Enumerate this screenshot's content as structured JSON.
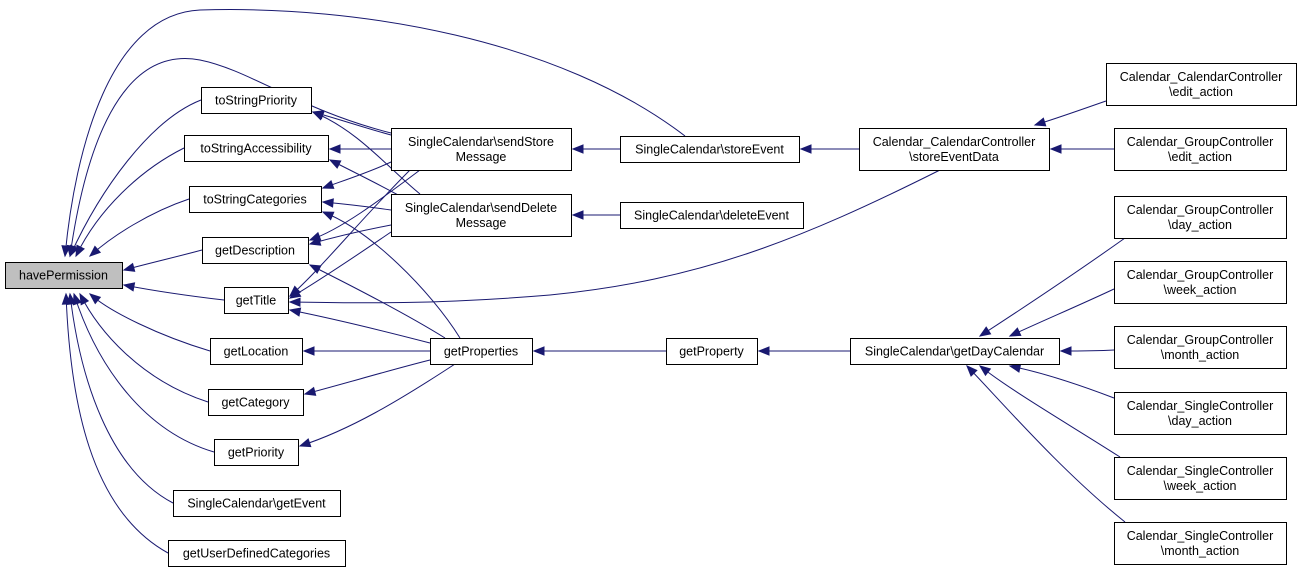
{
  "diagram": {
    "type": "call-graph",
    "edge_color": "#191970",
    "focus_fill": "#bfbfbf",
    "nodes": [
      {
        "id": "havePermission",
        "lines": [
          "havePermission"
        ],
        "focus": true
      },
      {
        "id": "toStringPriority",
        "lines": [
          "toStringPriority"
        ]
      },
      {
        "id": "toStringAccessibility",
        "lines": [
          "toStringAccessibility"
        ]
      },
      {
        "id": "toStringCategories",
        "lines": [
          "toStringCategories"
        ]
      },
      {
        "id": "getDescription",
        "lines": [
          "getDescription"
        ]
      },
      {
        "id": "getTitle",
        "lines": [
          "getTitle"
        ]
      },
      {
        "id": "getLocation",
        "lines": [
          "getLocation"
        ]
      },
      {
        "id": "getCategory",
        "lines": [
          "getCategory"
        ]
      },
      {
        "id": "getPriority",
        "lines": [
          "getPriority"
        ]
      },
      {
        "id": "getEvent",
        "lines": [
          "SingleCalendar\\getEvent"
        ]
      },
      {
        "id": "getUserDefinedCategories",
        "lines": [
          "getUserDefinedCategories"
        ]
      },
      {
        "id": "sendStoreMessage",
        "lines": [
          "SingleCalendar\\sendStore",
          "Message"
        ]
      },
      {
        "id": "sendDeleteMessage",
        "lines": [
          "SingleCalendar\\sendDelete",
          "Message"
        ]
      },
      {
        "id": "getProperties",
        "lines": [
          "getProperties"
        ]
      },
      {
        "id": "storeEvent",
        "lines": [
          "SingleCalendar\\storeEvent"
        ]
      },
      {
        "id": "deleteEvent",
        "lines": [
          "SingleCalendar\\deleteEvent"
        ]
      },
      {
        "id": "getProperty",
        "lines": [
          "getProperty"
        ]
      },
      {
        "id": "storeEventData",
        "lines": [
          "Calendar_CalendarController",
          "\\storeEventData"
        ]
      },
      {
        "id": "getDayCalendar",
        "lines": [
          "SingleCalendar\\getDayCalendar"
        ]
      },
      {
        "id": "ccEdit",
        "lines": [
          "Calendar_CalendarController",
          "\\edit_action"
        ]
      },
      {
        "id": "gcEdit",
        "lines": [
          "Calendar_GroupController",
          "\\edit_action"
        ]
      },
      {
        "id": "gcDay",
        "lines": [
          "Calendar_GroupController",
          "\\day_action"
        ]
      },
      {
        "id": "gcWeek",
        "lines": [
          "Calendar_GroupController",
          "\\week_action"
        ]
      },
      {
        "id": "gcMonth",
        "lines": [
          "Calendar_GroupController",
          "\\month_action"
        ]
      },
      {
        "id": "scDay",
        "lines": [
          "Calendar_SingleController",
          "\\day_action"
        ]
      },
      {
        "id": "scWeek",
        "lines": [
          "Calendar_SingleController",
          "\\week_action"
        ]
      },
      {
        "id": "scMonth",
        "lines": [
          "Calendar_SingleController",
          "\\month_action"
        ]
      }
    ],
    "edges": [
      {
        "from": "toStringPriority",
        "to": "havePermission"
      },
      {
        "from": "toStringAccessibility",
        "to": "havePermission"
      },
      {
        "from": "toStringCategories",
        "to": "havePermission"
      },
      {
        "from": "getDescription",
        "to": "havePermission"
      },
      {
        "from": "getTitle",
        "to": "havePermission"
      },
      {
        "from": "getLocation",
        "to": "havePermission"
      },
      {
        "from": "getCategory",
        "to": "havePermission"
      },
      {
        "from": "getPriority",
        "to": "havePermission"
      },
      {
        "from": "getEvent",
        "to": "havePermission"
      },
      {
        "from": "getUserDefinedCategories",
        "to": "havePermission"
      },
      {
        "from": "sendStoreMessage",
        "to": "havePermission"
      },
      {
        "from": "storeEvent",
        "to": "havePermission"
      },
      {
        "from": "sendStoreMessage",
        "to": "toStringPriority"
      },
      {
        "from": "sendDeleteMessage",
        "to": "toStringPriority"
      },
      {
        "from": "sendStoreMessage",
        "to": "toStringAccessibility"
      },
      {
        "from": "sendDeleteMessage",
        "to": "toStringAccessibility"
      },
      {
        "from": "sendStoreMessage",
        "to": "toStringCategories"
      },
      {
        "from": "sendDeleteMessage",
        "to": "toStringCategories"
      },
      {
        "from": "getProperties",
        "to": "toStringCategories"
      },
      {
        "from": "sendStoreMessage",
        "to": "getDescription"
      },
      {
        "from": "sendDeleteMessage",
        "to": "getDescription"
      },
      {
        "from": "getProperties",
        "to": "getDescription"
      },
      {
        "from": "sendStoreMessage",
        "to": "getTitle"
      },
      {
        "from": "sendDeleteMessage",
        "to": "getTitle"
      },
      {
        "from": "getProperties",
        "to": "getTitle"
      },
      {
        "from": "storeEventData",
        "to": "getTitle"
      },
      {
        "from": "getProperties",
        "to": "getLocation"
      },
      {
        "from": "getProperties",
        "to": "getCategory"
      },
      {
        "from": "getProperties",
        "to": "getPriority"
      },
      {
        "from": "storeEvent",
        "to": "sendStoreMessage"
      },
      {
        "from": "deleteEvent",
        "to": "sendDeleteMessage"
      },
      {
        "from": "getProperty",
        "to": "getProperties"
      },
      {
        "from": "storeEventData",
        "to": "storeEvent"
      },
      {
        "from": "getDayCalendar",
        "to": "getProperty"
      },
      {
        "from": "ccEdit",
        "to": "storeEventData"
      },
      {
        "from": "gcEdit",
        "to": "storeEventData"
      },
      {
        "from": "gcDay",
        "to": "getDayCalendar"
      },
      {
        "from": "gcWeek",
        "to": "getDayCalendar"
      },
      {
        "from": "gcMonth",
        "to": "getDayCalendar"
      },
      {
        "from": "scDay",
        "to": "getDayCalendar"
      },
      {
        "from": "scWeek",
        "to": "getDayCalendar"
      },
      {
        "from": "scMonth",
        "to": "getDayCalendar"
      }
    ]
  }
}
